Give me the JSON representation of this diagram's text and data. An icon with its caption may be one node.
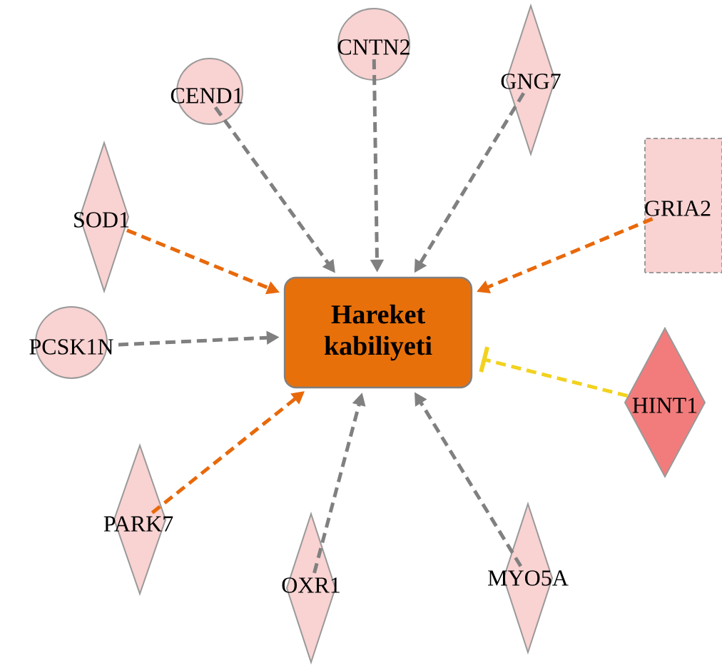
{
  "diagram": {
    "nodes": [
      {
        "text": [
          "Hareket kabiliyeti"
        ]
      },
      {
        "text": [
          "CEND1"
        ]
      },
      {
        "text": [
          "CNTN2"
        ]
      },
      {
        "text": [
          "GNG7"
        ]
      },
      {
        "text": [
          "SOD1"
        ]
      },
      {
        "text": [
          "GRIA2"
        ]
      },
      {
        "text": [
          "PCSK1N"
        ]
      },
      {
        "text": [
          "HINT1"
        ]
      },
      {
        "text": [
          "PARK7"
        ]
      },
      {
        "text": [
          "OXR1"
        ]
      },
      {
        "text": [
          "MYO5A"
        ]
      }
    ],
    "edges": [
      {
        "from": 1,
        "to": 0,
        "arrow": "to",
        "style": "dashed"
      },
      {
        "from": 2,
        "to": 0,
        "arrow": "to",
        "style": "dashed"
      },
      {
        "from": 3,
        "to": 0,
        "arrow": "to",
        "style": "dashed"
      },
      {
        "from": 4,
        "to": 0,
        "arrow": "to",
        "style": "dashed",
        "color": "#e8690b"
      },
      {
        "from": 5,
        "to": 0,
        "arrow": "to",
        "style": "dashed",
        "color": "#e8690b"
      },
      {
        "from": 6,
        "to": 0,
        "arrow": "to",
        "style": "dashed"
      },
      {
        "from": 7,
        "to": 0,
        "arrow": "other",
        "style": "dashed",
        "color": "#f2d21e"
      },
      {
        "from": 8,
        "to": 0,
        "arrow": "to",
        "style": "dashed",
        "color": "#e8690b"
      },
      {
        "from": 9,
        "to": 0,
        "arrow": "to",
        "style": "dashed"
      },
      {
        "from": 10,
        "to": 0,
        "arrow": "to",
        "style": "dashed"
      }
    ]
  }
}
